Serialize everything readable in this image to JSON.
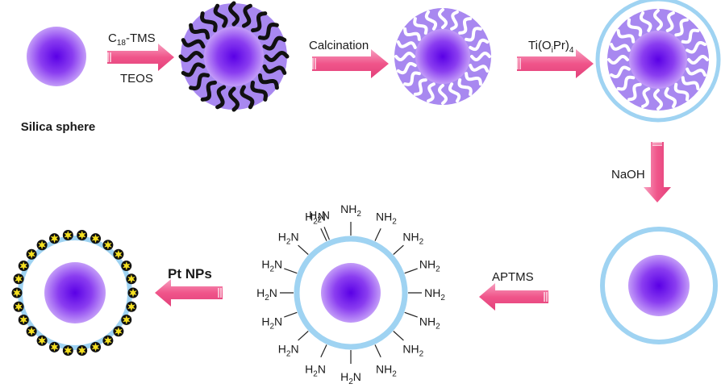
{
  "labels": {
    "silica_sphere": "Silica sphere",
    "c18_main": "C",
    "c18_sub": "18",
    "c18_rest": "-TMS",
    "teos": "TEOS",
    "calcination": "Calcination",
    "ti_a": "Ti(O",
    "ti_sub_i": "i",
    "ti_b": "Pr)",
    "ti_sub_4": "4",
    "naoh": "NaOH",
    "aptms": "APTMS",
    "pt_nps": "Pt NPs"
  },
  "amine": {
    "nh": "NH",
    "h": "H",
    "n": "N",
    "sub": "2"
  },
  "colors": {
    "arrow": "#f0558a",
    "core": "#8a3df0",
    "shell": "#9fd3f2",
    "mesopore": "#a888f0",
    "surfactant": "#111111",
    "star": "#f5e020"
  }
}
